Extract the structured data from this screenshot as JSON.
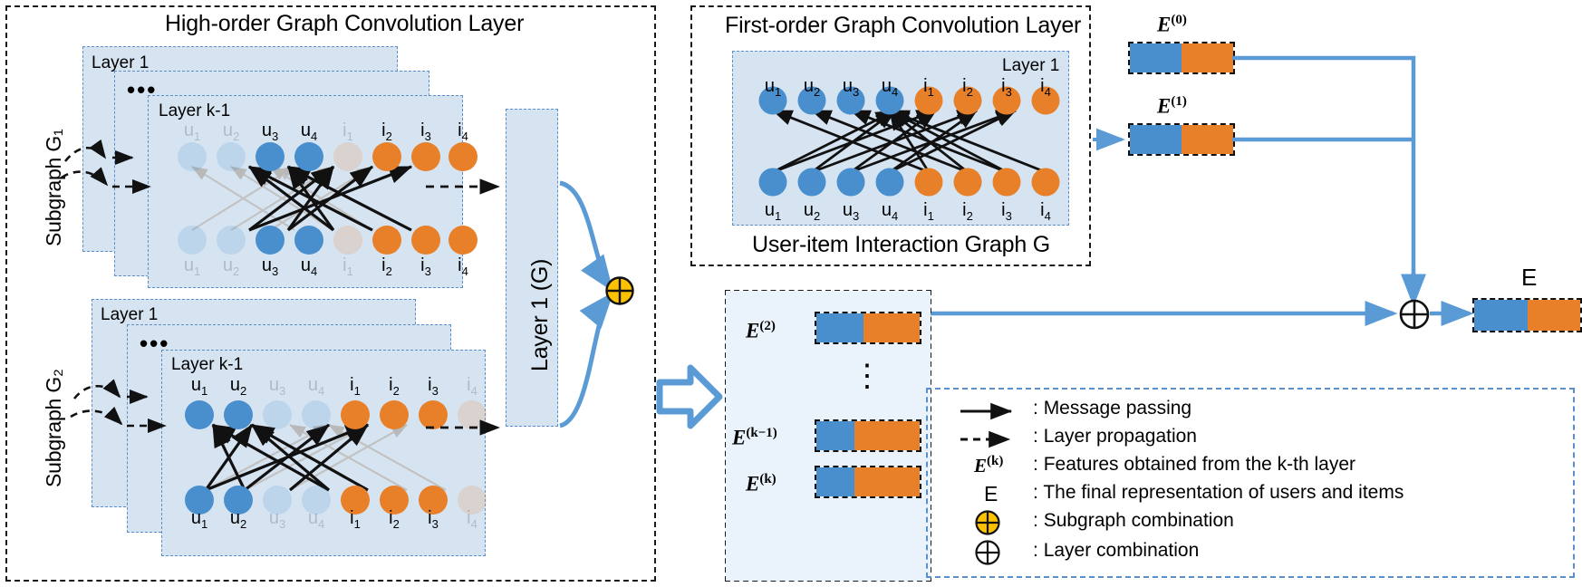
{
  "left_panel": {
    "title": "High-order Graph Convolution Layer",
    "subgraph1_label": "Subgraph G₁",
    "subgraph2_label": "Subgraph G₂",
    "card_labels": {
      "first": "Layer 1",
      "ellipsis": "•••",
      "last": "Layer k-1"
    },
    "aggregator_label": "Layer 1 (G)",
    "subgraph1_nodes": [
      {
        "id": "u1",
        "text": "u",
        "sub": "1",
        "type": "user",
        "active": false
      },
      {
        "id": "u2",
        "text": "u",
        "sub": "2",
        "type": "user",
        "active": false
      },
      {
        "id": "u3",
        "text": "u",
        "sub": "3",
        "type": "user",
        "active": true
      },
      {
        "id": "u4",
        "text": "u",
        "sub": "4",
        "type": "user",
        "active": true
      },
      {
        "id": "i1",
        "text": "i",
        "sub": "1",
        "type": "item",
        "active": false
      },
      {
        "id": "i2",
        "text": "i",
        "sub": "2",
        "type": "item",
        "active": true
      },
      {
        "id": "i3",
        "text": "i",
        "sub": "3",
        "type": "item",
        "active": true
      },
      {
        "id": "i4",
        "text": "i",
        "sub": "4",
        "type": "item",
        "active": true
      }
    ],
    "subgraph2_nodes": [
      {
        "id": "u1",
        "text": "u",
        "sub": "1",
        "type": "user",
        "active": true
      },
      {
        "id": "u2",
        "text": "u",
        "sub": "2",
        "type": "user",
        "active": true
      },
      {
        "id": "u3",
        "text": "u",
        "sub": "3",
        "type": "user",
        "active": false
      },
      {
        "id": "u4",
        "text": "u",
        "sub": "4",
        "type": "user",
        "active": false
      },
      {
        "id": "i1",
        "text": "i",
        "sub": "1",
        "type": "item",
        "active": true
      },
      {
        "id": "i2",
        "text": "i",
        "sub": "2",
        "type": "item",
        "active": true
      },
      {
        "id": "i3",
        "text": "i",
        "sub": "3",
        "type": "item",
        "active": true
      },
      {
        "id": "i4",
        "text": "i",
        "sub": "4",
        "type": "item",
        "active": false
      }
    ]
  },
  "right_top_panel": {
    "title": "First-order Graph Convolution Layer",
    "caption": "User-item Interaction Graph G",
    "card_label": "Layer 1",
    "nodes": [
      {
        "id": "u1",
        "text": "u",
        "sub": "1",
        "type": "user"
      },
      {
        "id": "u2",
        "text": "u",
        "sub": "2",
        "type": "user"
      },
      {
        "id": "u3",
        "text": "u",
        "sub": "3",
        "type": "user"
      },
      {
        "id": "u4",
        "text": "u",
        "sub": "4",
        "type": "user"
      },
      {
        "id": "i1",
        "text": "i",
        "sub": "1",
        "type": "item"
      },
      {
        "id": "i2",
        "text": "i",
        "sub": "2",
        "type": "item"
      },
      {
        "id": "i3",
        "text": "i",
        "sub": "3",
        "type": "item"
      },
      {
        "id": "i4",
        "text": "i",
        "sub": "4",
        "type": "item"
      }
    ]
  },
  "embeddings": {
    "e0_label": "E",
    "e0_sup": "(0)",
    "e1_label": "E",
    "e1_sup": "(1)",
    "final_label": "E"
  },
  "stack_panel": {
    "rows": [
      {
        "label": "E",
        "sup": "(2)"
      },
      {
        "label": "E",
        "sup": "(k−1)"
      },
      {
        "label": "E",
        "sup": "(k)"
      }
    ],
    "vertical_ellipsis": "⋮"
  },
  "legend": {
    "items": [
      {
        "icon": "solid-arrow-icon",
        "sep": ":",
        "text": "Message passing"
      },
      {
        "icon": "dashed-arrow-icon",
        "sep": ":",
        "text": "Layer propagation"
      },
      {
        "icon": "e-k-symbol",
        "sep": ":",
        "text": "Features obtained from the k-th layer",
        "sym": "E",
        "sup": "(k)"
      },
      {
        "icon": "e-symbol",
        "sep": ":",
        "text": "The final representation of users and items",
        "sym": "E",
        "sup": ""
      },
      {
        "icon": "yellow-plus-circle-icon",
        "sep": ":",
        "text": "Subgraph combination"
      },
      {
        "icon": "plus-circle-icon",
        "sep": ":",
        "text": "Layer combination"
      }
    ]
  },
  "colors": {
    "user_node": "#4a8fcd",
    "item_node": "#e8802a",
    "card_fill": "#d6e4f2",
    "card_lite_fill": "#e9f2fb",
    "card_border": "#5b8fc9",
    "flow_blue": "#5b9bd5",
    "yellow": "#fcc200"
  }
}
